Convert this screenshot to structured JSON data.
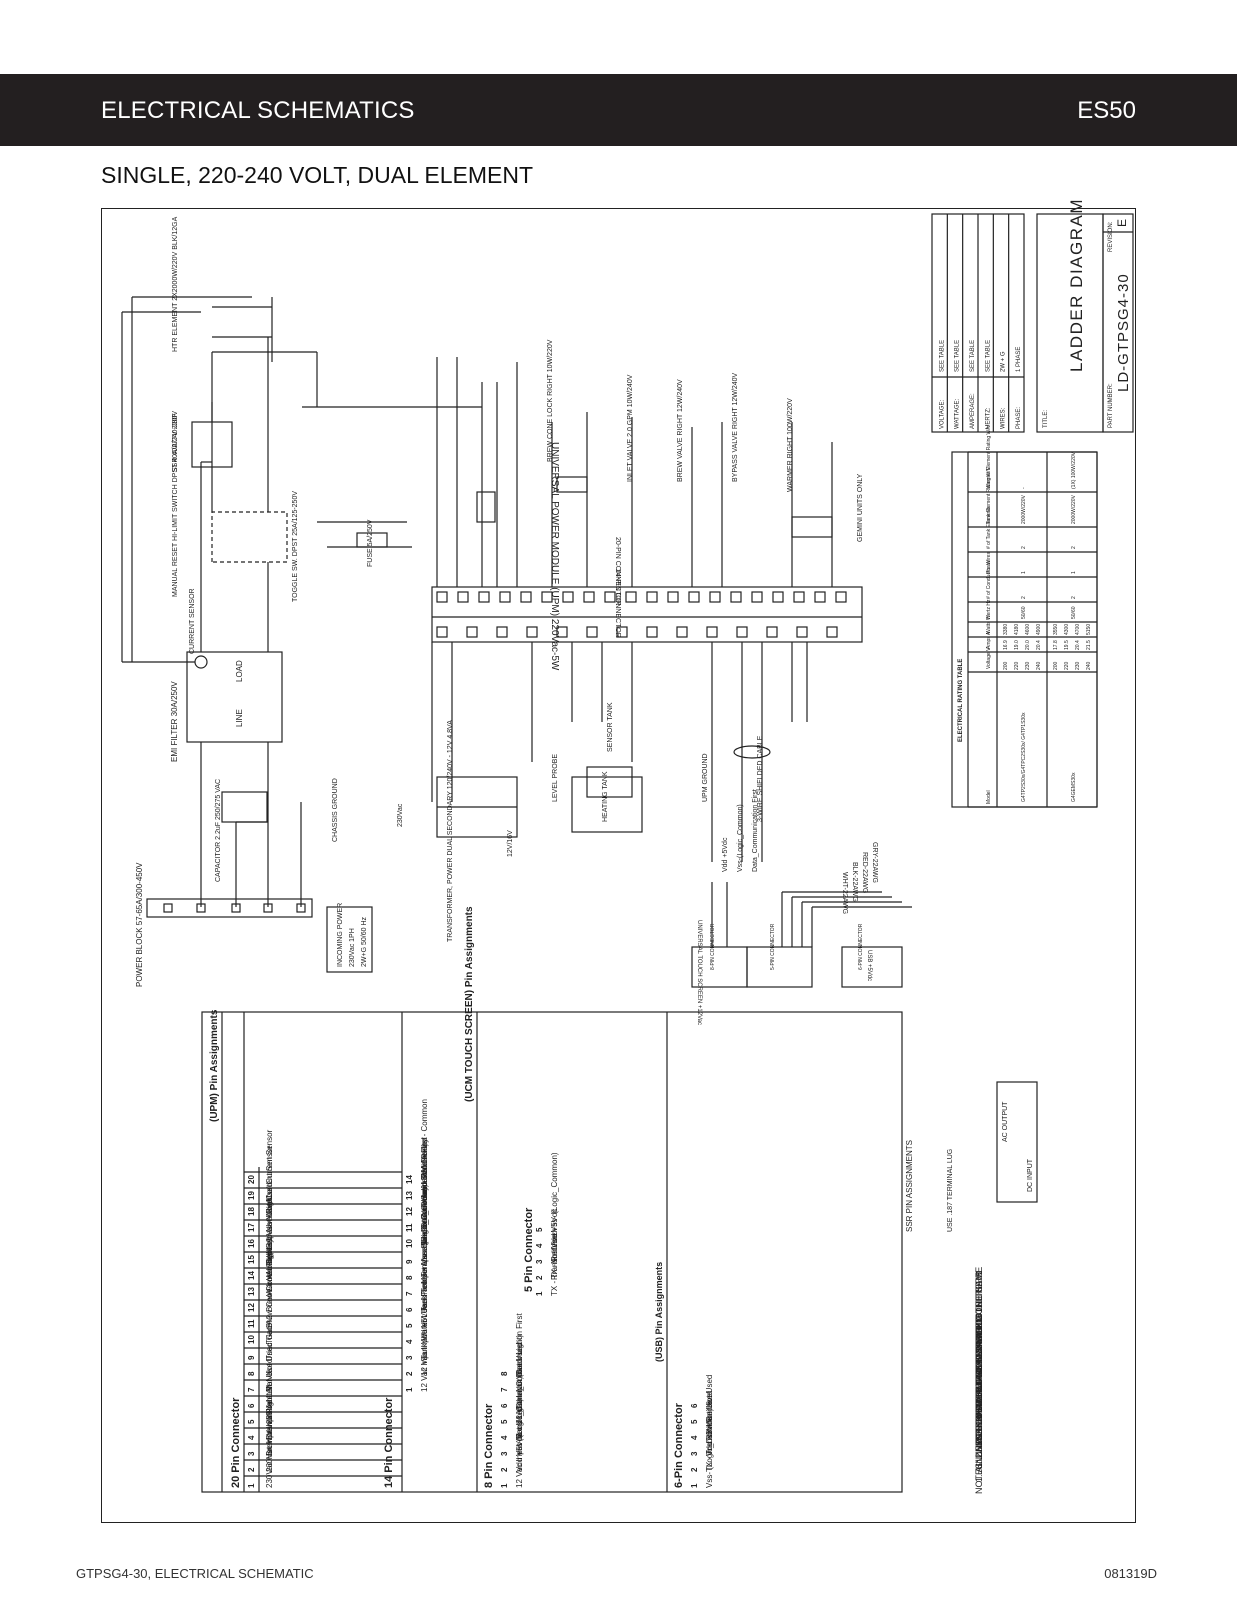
{
  "header": {
    "title": "ELECTRICAL SCHEMATICS",
    "code": "ES50"
  },
  "subtitle": "SINGLE, 220-240 VOLT, DUAL ELEMENT",
  "footer": {
    "left": "GTPSG4-30, ELECTRICAL SCHEMATIC",
    "right": "081319D"
  },
  "title_block": {
    "specs": [
      {
        "label": "VOLTAGE:",
        "value": "SEE TABLE"
      },
      {
        "label": "WATTAGE:",
        "value": "SEE TABLE"
      },
      {
        "label": "AMPERAGE:",
        "value": "SEE TABLE"
      },
      {
        "label": "HERTZ:",
        "value": "SEE TABLE"
      },
      {
        "label": "WIRES:",
        "value": "2W + G"
      },
      {
        "label": "PHASE:",
        "value": "1 PHASE"
      }
    ],
    "title_label": "TITLE:",
    "title": "LADDER DIAGRAM",
    "part_label": "PART NUMBER:",
    "part_number": "LD-GTPSG4-30",
    "revision_label": "REVISION:",
    "revision": "E"
  },
  "rating_table": {
    "title": "ELECTRICAL RATING TABLE",
    "headers": [
      "Model",
      "Voltage V",
      "Amps A",
      "Watts W",
      "Hertz Hz",
      "# of Conductor Wires",
      "Phase",
      "# of Tank Elements",
      "Tank Element Rating W/V",
      "Warmer Element Rating W/V"
    ],
    "groups": [
      {
        "model": "G4TP2S30x/G4TPC2S30x/ G4TP1S30x",
        "rows": [
          [
            "200",
            "16.9",
            "3380"
          ],
          [
            "220",
            "19.0",
            "4180"
          ],
          [
            "230",
            "20.0",
            "4600"
          ],
          [
            "240",
            "20.4",
            "4900"
          ]
        ],
        "hertz": "50/60",
        "wires": "2",
        "phase": "1",
        "elements": "2",
        "tank_rating": "2000W/220V",
        "warmer_rating": "-"
      },
      {
        "model": "G4GEMS30x",
        "rows": [
          [
            "200",
            "17.8",
            "3550"
          ],
          [
            "220",
            "19.5",
            "4300"
          ],
          [
            "230",
            "20.4",
            "4700"
          ],
          [
            "240",
            "21.5",
            "5150"
          ]
        ],
        "hertz": "50/60",
        "wires": "2",
        "phase": "1",
        "elements": "2",
        "tank_rating": "2000W/220V",
        "warmer_rating": "(1X) 100W/220V"
      }
    ]
  },
  "pin_tables": {
    "upm_title": "(UPM) Pin Assignments",
    "upm20_title": "20 Pin Connector",
    "upm20": [
      "230Vac Hot Input",
      "230Vac Hot Input",
      "Brew Valve Right",
      "Brew Valve Left",
      "230Vac L2",
      "Inlet Valve",
      "Not Used",
      "Not Used",
      "Triac Gate",
      "Triac A2",
      "Brew Cone Lock Right",
      "Brew Cone Lock Left",
      "Warmer Right",
      "Warmer Left",
      "Bypass Valve Right",
      "Bypass Valve Left",
      "Not Used",
      "Not Used",
      "Current Sensor",
      "Current Sensor"
    ],
    "upm14_title": "14 Pin Connector",
    "upm14": [
      "12 Vac Input",
      "12 Vac Input",
      "Tank Water Level Probe",
      "Vdd +5Vdc",
      "Not Used",
      "Tank Temperature Sensor",
      "Tank Temperature Sensor",
      "Not Used (Data_Communication Next)",
      "Vss- (Logic_Common)",
      "Solid State Relay +5Vdc",
      "Data_Communication First",
      "Not Used",
      "Solid State Relay - Common",
      "UPM Ground"
    ],
    "ucm_title": "(UCM TOUCH SCREEN) Pin Assignments",
    "ucm8_title": "8 Pin Connector",
    "ucm8": [
      "12 Vac Input (Back Light)",
      "Vdd +5Vdc",
      "Vss- (Logic_Common)",
      "Not Used",
      "12 Vac Input (Back Light)",
      "Data_Communication First",
      "Not Used",
      "Not Used"
    ],
    "ucm5_title": "5 Pin Connector",
    "ucm5": [
      "TX - Transmit",
      "RX - Receive",
      "Not Used",
      "Vdd +5Vdc",
      "Vss- (Logic_Common)"
    ],
    "usb_title": "(USB) Pin Assignments",
    "usb6_title": "6-Pin Connector",
    "usb6": [
      "Vss- (Logic_Common)",
      "TX - Transmit",
      "Vdd +5Vdc",
      "RX - Receive",
      "Not Used",
      "Not Used"
    ]
  },
  "notes": {
    "title": "NOTES:  UNLESS OTHERWISE SPECIFIED",
    "lines": [
      "1. ALL WIRES SHALL BE MIN 18AWG",
      "    UNLESS NOTED.",
      "2. USE THIS DIAGRAM FOR ALL OTHER",
      "    MODELS WITH ADDED PREFIX LETTERS",
      "    AND/OR SUFFIX NUMBERS ON THEIR",
      "    PART NUMBERS HAVING THE SAME",
      "    ELECTRICAL RATINGS."
    ]
  },
  "ssr": {
    "title": "SSR PIN ASSIGNMENTS",
    "ac_output": "AC OUTPUT",
    "dc_input": "DC INPUT",
    "lug_note": "USE .187 TERMINAL LUG"
  },
  "schematic": {
    "power_block": "POWER BLOCK 57-65A/300-450V",
    "incoming_power": [
      "INCOMING POWER",
      "230Vac 1PH",
      "2W+G 50/60 Hz"
    ],
    "capacitor": "CAPACITOR 2.2uF 250/275 VAC",
    "emi_filter": "EMI FILTER 30A/250V",
    "emi_line": "LINE",
    "emi_load": "LOAD",
    "current_sensor": "CURRENT SENSOR",
    "hilimit": "MANUAL RESET HI-LIMIT SWITCH DPST 40A/277V 220F",
    "toggle": "TOGGLE SW. DPST 25A/125-250V",
    "fuse": "FUSE 5A/250V",
    "ssr_label": "SSR 40A/240-280V",
    "htr": "HTR ELEMENT 2X2000W/220V BLK/12GA",
    "chassis_ground": "CHASSIS GROUND",
    "transformer": "TRANSFORMER, POWER DUAL SECONDARY 120/240V - 12V 4.8VA",
    "upm_module": "UNIVERSAL POWER MODULE (UPM) 220Vac-5W",
    "conn20": "20-PIN CONNECTOR",
    "conn14": "14-PIN CONNECTOR",
    "brew_cone": "BREW CONE LOCK RIGHT 10W/220V",
    "inlet_valve": "INLET VALVE 2.0 GPM 10W/240V",
    "brew_valve": "BREW VALVE RIGHT 12W/240V",
    "bypass_valve": "BYPASS VALVE RIGHT 12W/240V",
    "warmer": "WARMER RIGHT 100W/220V",
    "gemini": "GEMINI UNITS ONLY",
    "level_probe": "LEVEL PROBE",
    "tank_sensor": "SENSOR TANK",
    "heating_tank": "HEATING TANK",
    "upm_ground": "UPM GROUND",
    "shielded": "3-WIRE SHIELDED CABLE",
    "vdd": "Vdd +5Vdc",
    "vss": "Vss-(Logic_Common)",
    "datacom": "Data_Communication First",
    "touch_screen": "UNIVERSAL TOUCH SCREEN +12Vac",
    "usb": "USB +5Vdc",
    "conn8": "8-PIN CONNECTOR",
    "conn5": "5-PIN CONNECTOR",
    "conn6": "6-PIN CONNECTOR",
    "v230": "230Vac",
    "v12": "12V/16V",
    "wire_gry": "GRY-22AWG",
    "wire_red": "RED-22AWG",
    "wire_blk": "BLK-22AWG",
    "wire_wht": "WHT-22AWG"
  }
}
